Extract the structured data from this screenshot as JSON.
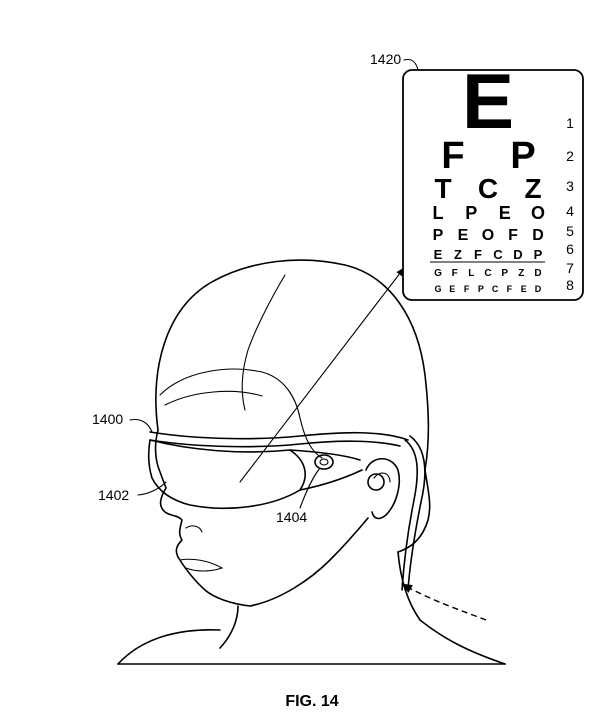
{
  "labels": {
    "headset": "1400",
    "lens": "1402",
    "earpiece": "1404",
    "eye_chart": "1420"
  },
  "eye_chart": {
    "rows": [
      {
        "letters": [
          "E"
        ],
        "number": "1"
      },
      {
        "letters": [
          "F",
          "P"
        ],
        "number": "2"
      },
      {
        "letters": [
          "T",
          "C",
          "Z"
        ],
        "number": "3"
      },
      {
        "letters": [
          "L",
          "P",
          "E",
          "O"
        ],
        "number": "4"
      },
      {
        "letters": [
          "P",
          "E",
          "O",
          "F",
          "D"
        ],
        "number": "5"
      },
      {
        "letters": [
          "E",
          "Z",
          "F",
          "C",
          "D",
          "P"
        ],
        "number": "6"
      },
      {
        "letters": [
          "G",
          "F",
          "L",
          "C",
          "P",
          "Z",
          "D"
        ],
        "number": "7"
      },
      {
        "letters": [
          "G",
          "E",
          "F",
          "P",
          "C",
          "F",
          "E",
          "D"
        ],
        "number": "8"
      }
    ]
  },
  "caption": "FIG. 14"
}
